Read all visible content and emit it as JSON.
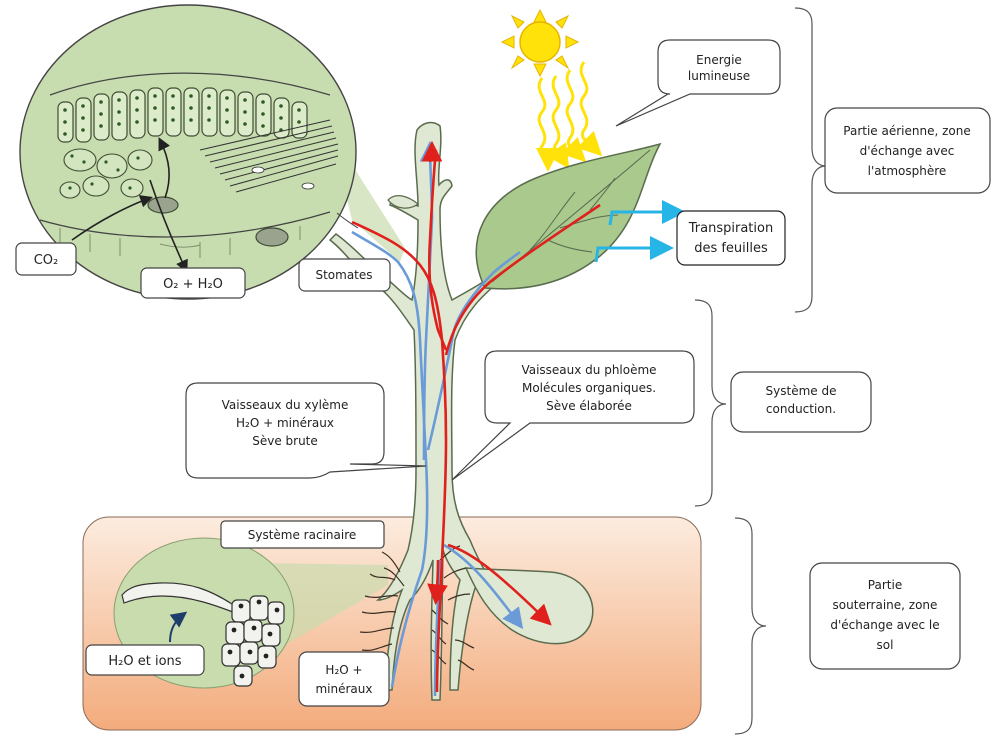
{
  "labels": {
    "energy": [
      "Energie",
      "lumineuse"
    ],
    "transpiration": [
      "Transpiration",
      "des feuilles"
    ],
    "aerial": [
      "Partie aérienne, zone",
      "d'échange avec",
      "l'atmosphère"
    ],
    "conduction": [
      "Système de",
      "conduction."
    ],
    "underground": [
      "Partie",
      "souterraine, zone",
      "d'échange avec le",
      "sol"
    ],
    "stomates": "Stomates",
    "co2": "CO₂",
    "o2_h2o": "O₂ + H₂O",
    "xylem": [
      "Vaisseaux du xylème",
      "H₂O + minéraux",
      "Sève brute"
    ],
    "phloem": [
      "Vaisseaux du phloème",
      "Molécules organiques.",
      "Sève élaborée"
    ],
    "root_system": "Système racinaire",
    "h2o_ions": "H₂O et ions",
    "h2o_minerals": [
      "H₂O +",
      "minéraux"
    ]
  },
  "colors": {
    "xylem": "#6a9bd8",
    "phloem": "#e0201c",
    "sun": "#ffe20a",
    "leaf": "#a9c98d",
    "stem": "#dfe8d2",
    "soil_top": "#fce7d9",
    "soil_bottom": "#f4b286",
    "transpiration_arrow": "#27b4e6"
  }
}
